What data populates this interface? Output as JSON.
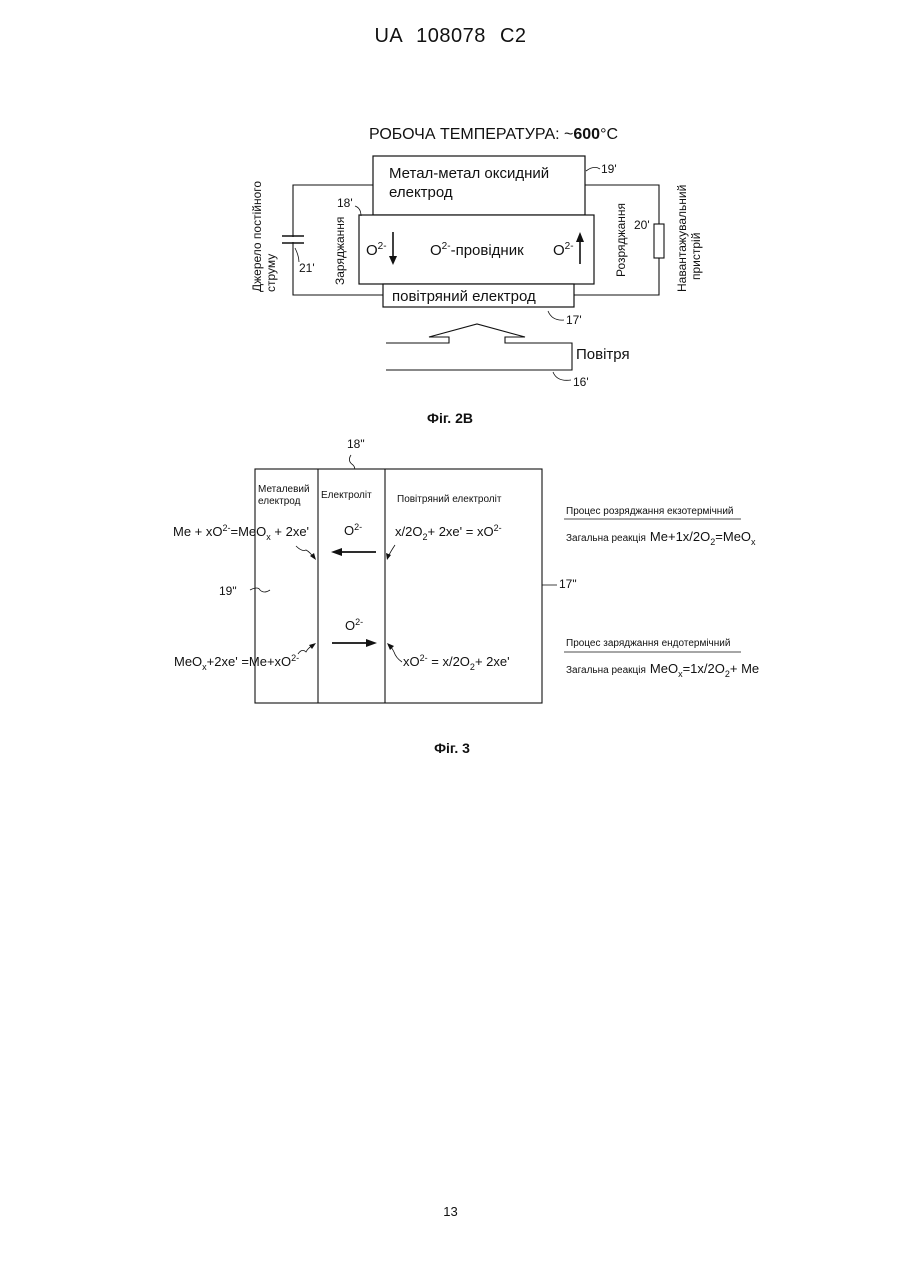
{
  "page": {
    "header": "UA   108078   C2",
    "page_number": "13"
  },
  "fig2b": {
    "title_prefix": "РОБОЧА ТЕМПЕРАТУРА: ~",
    "title_value": "600",
    "title_unit": "°C",
    "top_electrode_line1": "Метал-метал оксидний",
    "top_electrode_line2": "електрод",
    "conductor_label": "-провідник",
    "ion_base": "O",
    "ion_sup": "2-",
    "air_electrode": "повітряний електрод",
    "air": "Повітря",
    "charging": "Заряджання",
    "discharging": "Розряджання",
    "dc_source_line1": "Джерело постійного",
    "dc_source_line2": "струму",
    "load_line1": "Навантажувальний",
    "load_line2": "пристрій",
    "ref_19": "19'",
    "ref_18": "18'",
    "ref_20": "20'",
    "ref_21": "21'",
    "ref_17": "17'",
    "ref_16": "16'",
    "caption": "Фіг. 2В"
  },
  "fig3": {
    "ref_18": "18\"",
    "ref_19": "19\"",
    "ref_17": "17\"",
    "metal_electrode_line1": "Металевий",
    "metal_electrode_line2": "електрод",
    "electrolyte": "Електроліт",
    "air_electrolyte": "Повітряний електроліт",
    "ion_base": "O",
    "ion_sup": "2-",
    "discharge_process": "Процес розряджання  екзотермічний",
    "charge_process": "Процес заряджання  ендотермічний",
    "overall_reaction": "Загальна реакція",
    "caption": "Фіг. 3"
  }
}
